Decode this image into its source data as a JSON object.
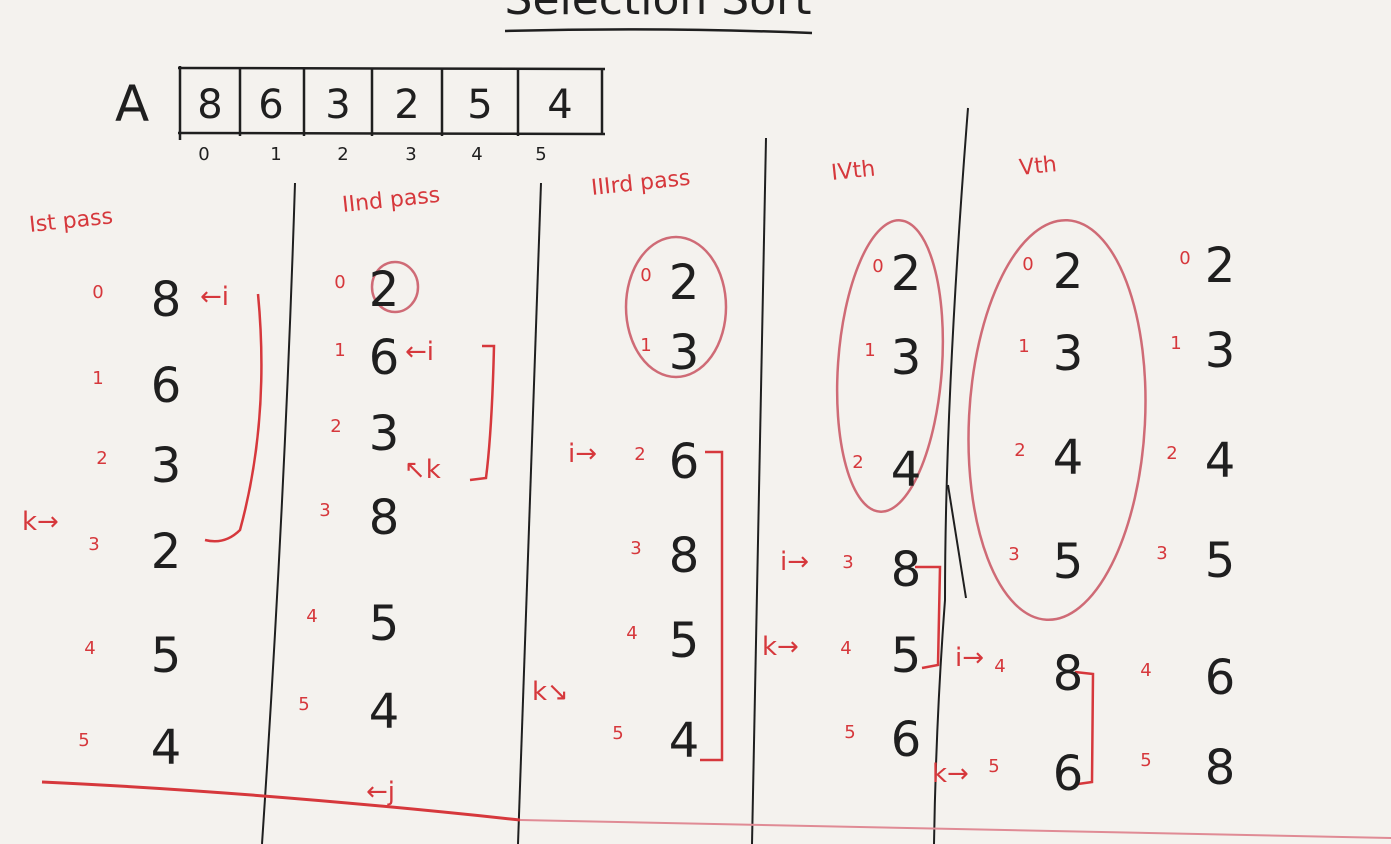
{
  "title": "Selection Sort",
  "array": {
    "name": "A",
    "values": [
      "8",
      "6",
      "3",
      "2",
      "5",
      "4"
    ],
    "indices": [
      "0",
      "1",
      "2",
      "3",
      "4",
      "5"
    ]
  },
  "passes": [
    {
      "label": "Ist pass",
      "rows": [
        {
          "idx": "0",
          "val": "8",
          "note": "←i"
        },
        {
          "idx": "1",
          "val": "6",
          "note": ""
        },
        {
          "idx": "2",
          "val": "3",
          "note": ""
        },
        {
          "idx": "3",
          "val": "2",
          "note": "k→"
        },
        {
          "idx": "4",
          "val": "5",
          "note": ""
        },
        {
          "idx": "5",
          "val": "4",
          "note": ""
        }
      ]
    },
    {
      "label": "IInd pass",
      "rows": [
        {
          "idx": "0",
          "val": "2",
          "note": ""
        },
        {
          "idx": "1",
          "val": "6",
          "note": "←i"
        },
        {
          "idx": "2",
          "val": "3",
          "note": "↖k"
        },
        {
          "idx": "3",
          "val": "8",
          "note": ""
        },
        {
          "idx": "4",
          "val": "5",
          "note": ""
        },
        {
          "idx": "5",
          "val": "4",
          "note": ""
        }
      ],
      "footer_note": "←j"
    },
    {
      "label": "IIIrd pass",
      "rows": [
        {
          "idx": "0",
          "val": "2",
          "note": ""
        },
        {
          "idx": "1",
          "val": "3",
          "note": ""
        },
        {
          "idx": "2",
          "val": "6",
          "note": "i→"
        },
        {
          "idx": "3",
          "val": "8",
          "note": ""
        },
        {
          "idx": "4",
          "val": "5",
          "note": ""
        },
        {
          "idx": "5",
          "val": "4",
          "note": "k↘"
        }
      ]
    },
    {
      "label": "IVth",
      "rows": [
        {
          "idx": "0",
          "val": "2",
          "note": ""
        },
        {
          "idx": "1",
          "val": "3",
          "note": ""
        },
        {
          "idx": "2",
          "val": "4",
          "note": ""
        },
        {
          "idx": "3",
          "val": "8",
          "note": "i→"
        },
        {
          "idx": "4",
          "val": "5",
          "note": "k→"
        },
        {
          "idx": "5",
          "val": "6",
          "note": ""
        }
      ]
    },
    {
      "label": "Vth",
      "rows": [
        {
          "idx": "0",
          "val": "2",
          "note": ""
        },
        {
          "idx": "1",
          "val": "3",
          "note": ""
        },
        {
          "idx": "2",
          "val": "4",
          "note": ""
        },
        {
          "idx": "3",
          "val": "5",
          "note": ""
        },
        {
          "idx": "4",
          "val": "8",
          "note": "i→"
        },
        {
          "idx": "5",
          "val": "6",
          "note": "k→"
        }
      ]
    },
    {
      "label": "",
      "rows": [
        {
          "idx": "0",
          "val": "2",
          "note": ""
        },
        {
          "idx": "1",
          "val": "3",
          "note": ""
        },
        {
          "idx": "2",
          "val": "4",
          "note": ""
        },
        {
          "idx": "3",
          "val": "5",
          "note": ""
        },
        {
          "idx": "4",
          "val": "6",
          "note": ""
        },
        {
          "idx": "5",
          "val": "8",
          "note": ""
        }
      ]
    }
  ],
  "colors": {
    "board": "#f4f2ee",
    "ink_black": "#1f1f1f",
    "ink_red": "#d6383c",
    "circle_pink": "#cf6b76",
    "line_pink": "#e08b95"
  }
}
